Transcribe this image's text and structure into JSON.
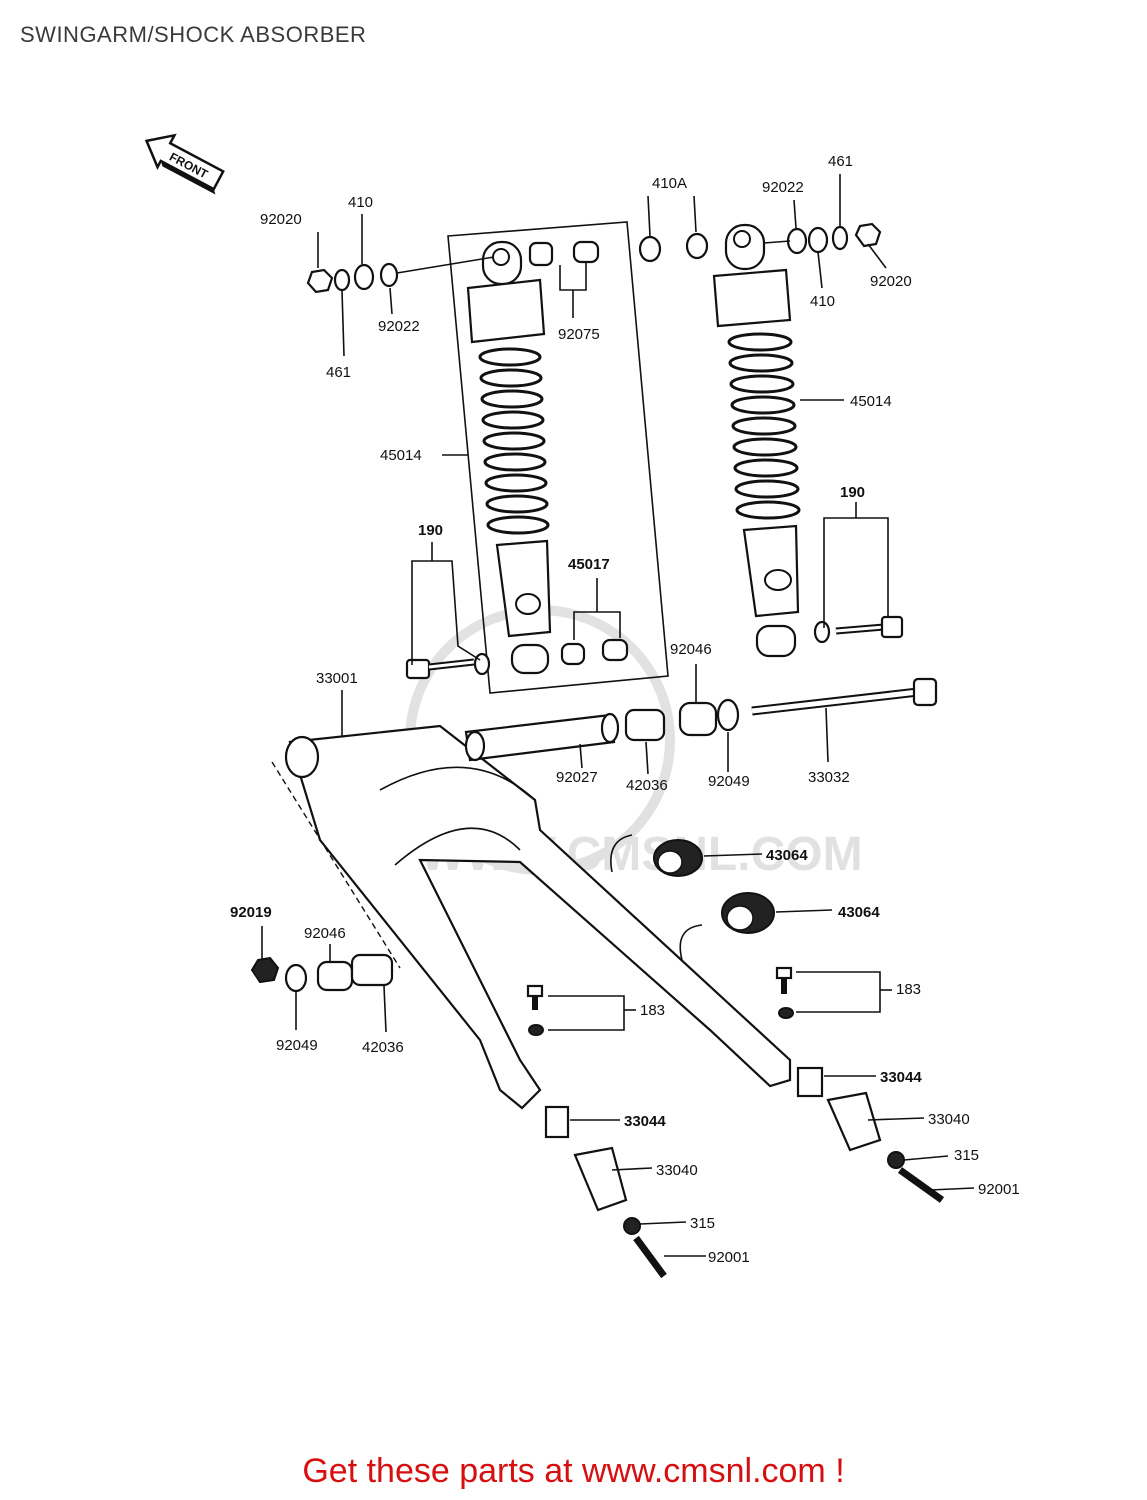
{
  "page": {
    "title": "SWINGARM/SHOCK ABSORBER"
  },
  "diagram": {
    "front_arrow_label": "FRONT",
    "labels": {
      "l_92020_a": "92020",
      "l_410_a": "410",
      "l_92022_a": "92022",
      "l_461_a": "461",
      "l_92075": "92075",
      "l_410A": "410A",
      "l_92022_b": "92022",
      "l_461_b": "461",
      "l_410_b": "410",
      "l_92020_b": "92020",
      "l_45014_a": "45014",
      "l_45014_b": "45014",
      "l_190_a": "190",
      "l_190_b": "190",
      "l_45017": "45017",
      "l_33001": "33001",
      "l_92046_a": "92046",
      "l_92027": "92027",
      "l_42036_a": "42036",
      "l_92049_a": "92049",
      "l_33032": "33032",
      "l_43064_a": "43064",
      "l_43064_b": "43064",
      "l_92019": "92019",
      "l_92046_b": "92046",
      "l_92049_b": "92049",
      "l_42036_b": "42036",
      "l_183_a": "183",
      "l_183_b": "183",
      "l_33044_a": "33044",
      "l_33044_b": "33044",
      "l_33040_a": "33040",
      "l_33040_b": "33040",
      "l_315_a": "315",
      "l_315_b": "315",
      "l_92001_a": "92001",
      "l_92001_b": "92001"
    },
    "watermark": "WWW.CMSNL.COM"
  },
  "footer": {
    "text": "Get these parts at www.cmsnl.com !"
  }
}
